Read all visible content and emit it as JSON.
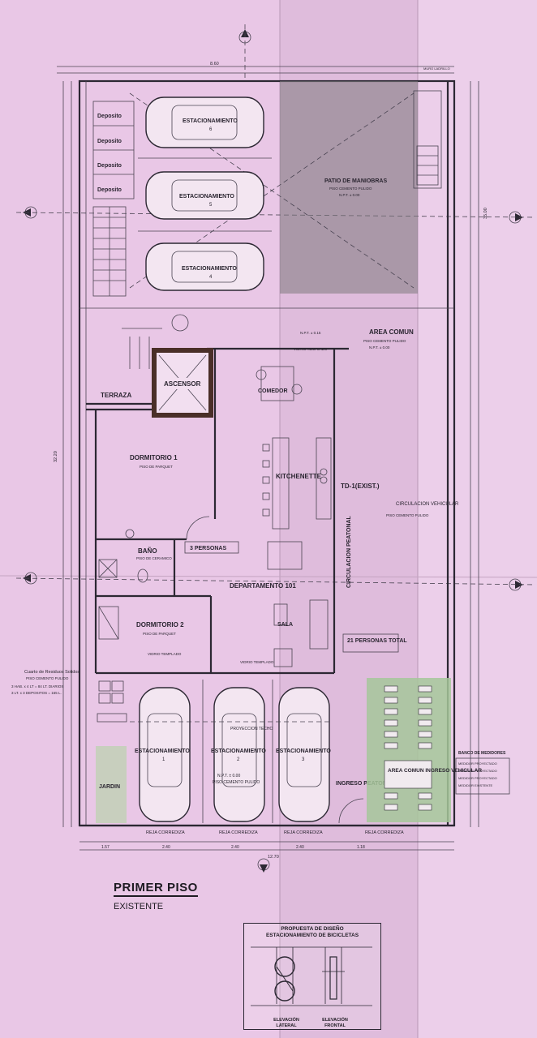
{
  "plan": {
    "title": "PRIMER PISO",
    "subtitle": "EXISTENTE",
    "rooms": {
      "deposito_1": "Deposito",
      "deposito_2": "Deposito",
      "deposito_3": "Deposito",
      "deposito_4": "Deposito",
      "estacionamiento_6": "ESTACIONAMIENTO",
      "estacionamiento_6_num": "6",
      "estacionamiento_5": "ESTACIONAMIENTO",
      "estacionamiento_5_num": "5",
      "estacionamiento_4": "ESTACIONAMIENTO",
      "estacionamiento_4_num": "4",
      "patio": "PATIO DE MANIOBRAS",
      "patio_floor": "PISO CEMENTO PULIDO",
      "patio_npt": "N.P.T. ± 0.00",
      "area_comun": "AREA COMUN",
      "area_comun_floor": "PISO CEMENTO PULIDO",
      "area_comun_npt": "N.P.T. ± 0.00",
      "ascensor": "ASCENSOR",
      "comedor": "COMEDOR",
      "terraza": "TERRAZA",
      "dormitorio_1": "DORMITORIO 1",
      "dormitorio_1_floor": "PISO DE PARQUET",
      "kitchenette": "KITCHENETTE",
      "td": "TD-1(EXIST.)",
      "circ_vehicular": "CIRCULACION VEHICULAR",
      "circ_vehicular_floor": "PISO CEMENTO PULIDO",
      "circ_peatonal": "CIRCULACION PEATONAL",
      "bano": "BAÑO",
      "bano_floor": "PISO DE CERAMICO",
      "personas_3": "3 PERSONAS",
      "departamento": "DEPARTAMENTO 101",
      "dormitorio_2": "DORMITORIO 2",
      "dormitorio_2_floor": "PISO DE PARQUET",
      "sala": "SALA",
      "personas_total": "21 PERSONAS TOTAL",
      "vidrio_1": "VIDRIO TEMPLADO",
      "vidrio_2": "VIDRIO TEMPLADO",
      "vidrio_3": "VIDRIO TEMPLADO",
      "cuarto_residuos": "Cuarto de Residuos Solidos",
      "cuarto_floor": "PISO CEMENTO PULIDO",
      "residuos_note": "3 HAB. x 4 LT = 84 LT. DIARIOS",
      "residuos_note_2": "3 LT. x 3 DEPOSITOS = 165 L.",
      "estacionamiento_1": "ESTACIONAMIENTO",
      "estacionamiento_1_num": "1",
      "estacionamiento_2": "ESTACIONAMIENTO",
      "estacionamiento_2_num": "2",
      "estacionamiento_3": "ESTACIONAMIENTO",
      "estacionamiento_3_num": "3",
      "proyeccion_techo": "PROYECCION TECHO",
      "piso_cemento": "PISO CEMENTO PULIDO",
      "npt_zero": "N.P.T. ± 0.00",
      "jardin": "JARDIN",
      "ingreso_peatonal": "INGRESO PEATONAL",
      "area_comun_ingreso": "AREA COMUN INGRESO VEHICULAR",
      "banco_medidores": "BANCO DE MEDIDORES",
      "medidor_1": "MEDIDOR PROYECTADO",
      "medidor_2": "MEDIDOR PROYECTADO",
      "medidor_3": "MEDIDOR PROYECTADO",
      "medidor_4": "MEDIDOR EXISTENTE",
      "reja_1": "REJA CORREDIZA",
      "reja_2": "REJA CORREDIZA",
      "reja_3": "REJA CORREDIZA",
      "reja_4": "REJA CORREDIZA",
      "npt_015": "N.P.T. ± 0.15",
      "muro_ladrillo": "MURO LADRILLO"
    },
    "dims": {
      "top": "8.60",
      "bottom": "12.70",
      "left_side": "32.20",
      "right_side": "35.00",
      "b1": "1.57",
      "b2": "2.40",
      "b3": "2.40",
      "b4": "2.40",
      "b5": "1.18"
    },
    "bike_box": {
      "title_1": "PROPUESTA DE DISEÑO",
      "title_2": "ESTACIONAMIENTO DE BICICLETAS",
      "cap_1": "ELEVACIÓN LATERAL",
      "cap_2": "ELEVACIÓN FRONTAL"
    }
  },
  "colors": {
    "paper": "#e9c7e6",
    "patio_shade": "#7e7a7e",
    "bike_rack_green": "#a6c79a",
    "linework": "#2c2833"
  }
}
